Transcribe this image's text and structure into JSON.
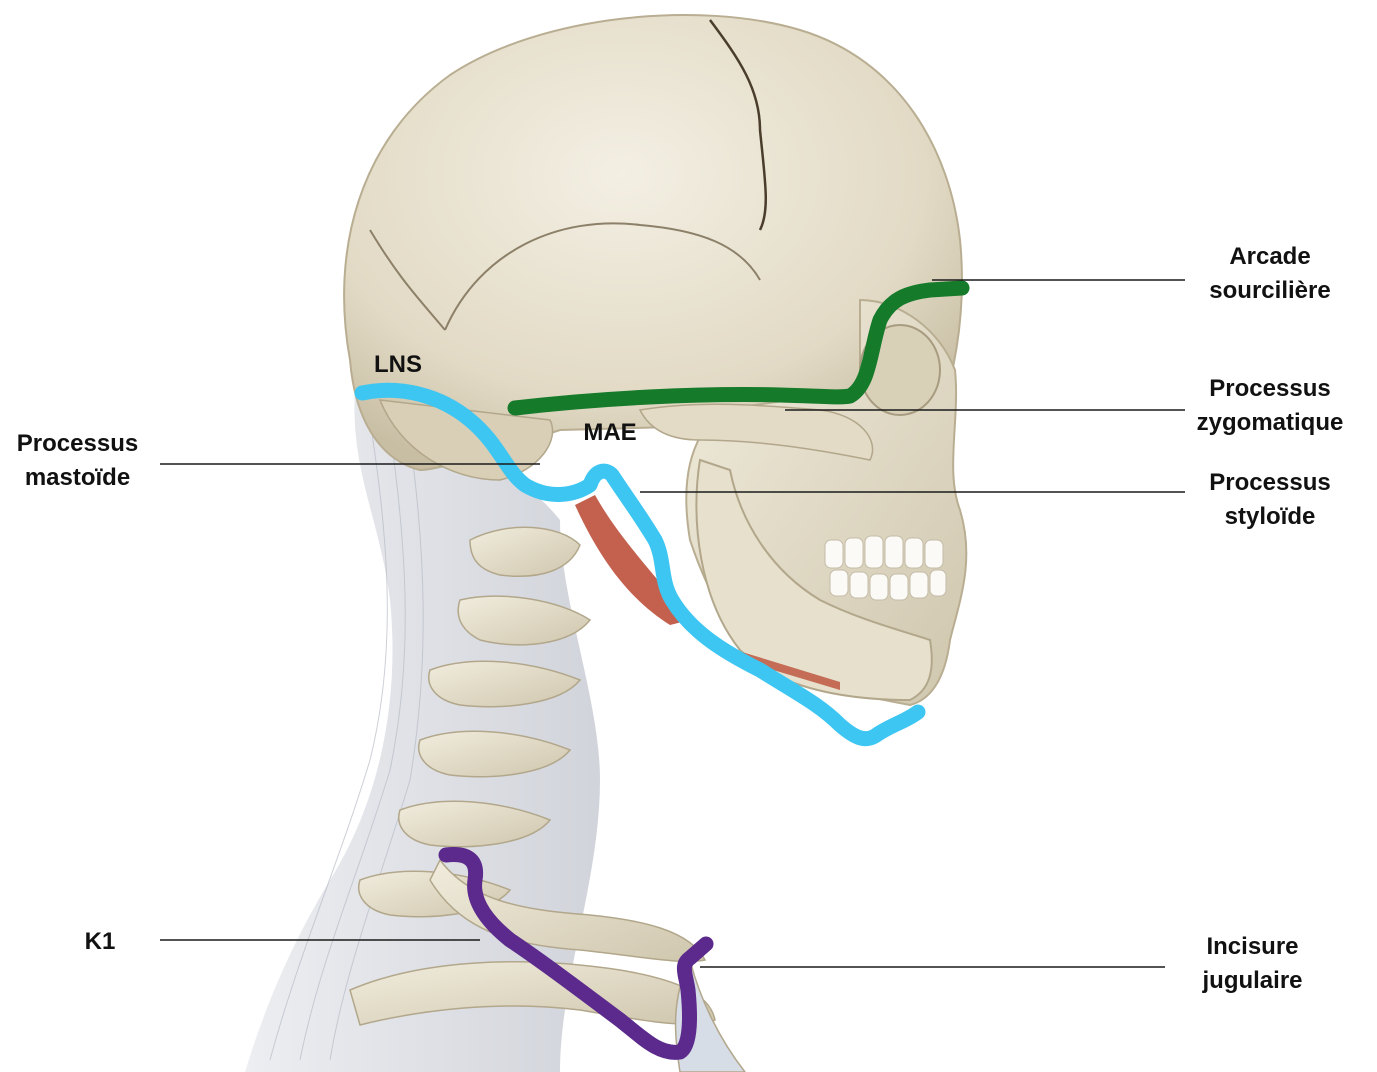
{
  "labels": {
    "arcade": {
      "line1": "Arcade",
      "line2": "sourcilière"
    },
    "zygomatique": {
      "line1": "Processus",
      "line2": "zygomatique"
    },
    "styloide": {
      "line1": "Processus",
      "line2": "styloïde"
    },
    "mastoide": {
      "line1": "Processus",
      "line2": "mastoïde"
    },
    "incisure": {
      "line1": "Incisure",
      "line2": "jugulaire"
    },
    "k1": "K1",
    "lns": "LNS",
    "mae": "MAE"
  },
  "colors": {
    "green_line": "#157a2a",
    "blue_line": "#3ec6f2",
    "purple_line": "#5b2a8c",
    "muscle": "#b8452f",
    "bone": "#e8e1cf",
    "bone_shade": "#c9c0a8",
    "leader": "#1a1a1a",
    "text": "#111111"
  }
}
